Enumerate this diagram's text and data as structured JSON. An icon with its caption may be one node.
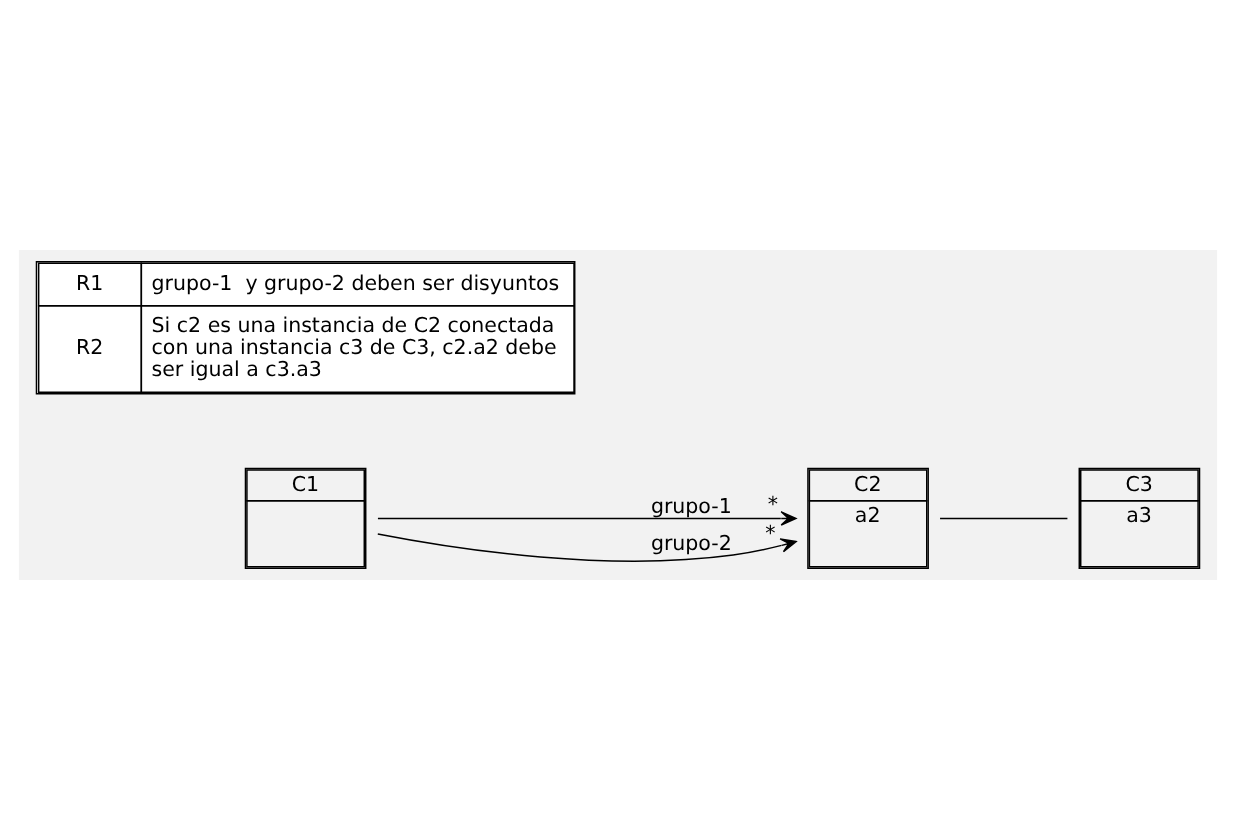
{
  "diagram": {
    "nodes": [
      {
        "text": [
          "C1"
        ]
      },
      {
        "text": [
          "C2",
          "a2"
        ]
      },
      {
        "text": [
          "C3",
          "a3"
        ]
      }
    ],
    "edges": [
      {
        "from": 0,
        "to": 1,
        "arrow": "to",
        "label": "grupo-1"
      },
      {
        "from": 0,
        "to": 1,
        "arrow": "to",
        "label": "grupo-2"
      },
      {
        "from": 1,
        "to": 2,
        "arrow": "none"
      }
    ],
    "labels": [
      "*",
      "*",
      "R1",
      "grupo-1  y grupo-2 deben ser disyuntos",
      "R2",
      "Si c2 es una instancia de C2 conectada con una instancia c3 de C3, c2.a2 debe ser igual a c3.a3"
    ]
  }
}
